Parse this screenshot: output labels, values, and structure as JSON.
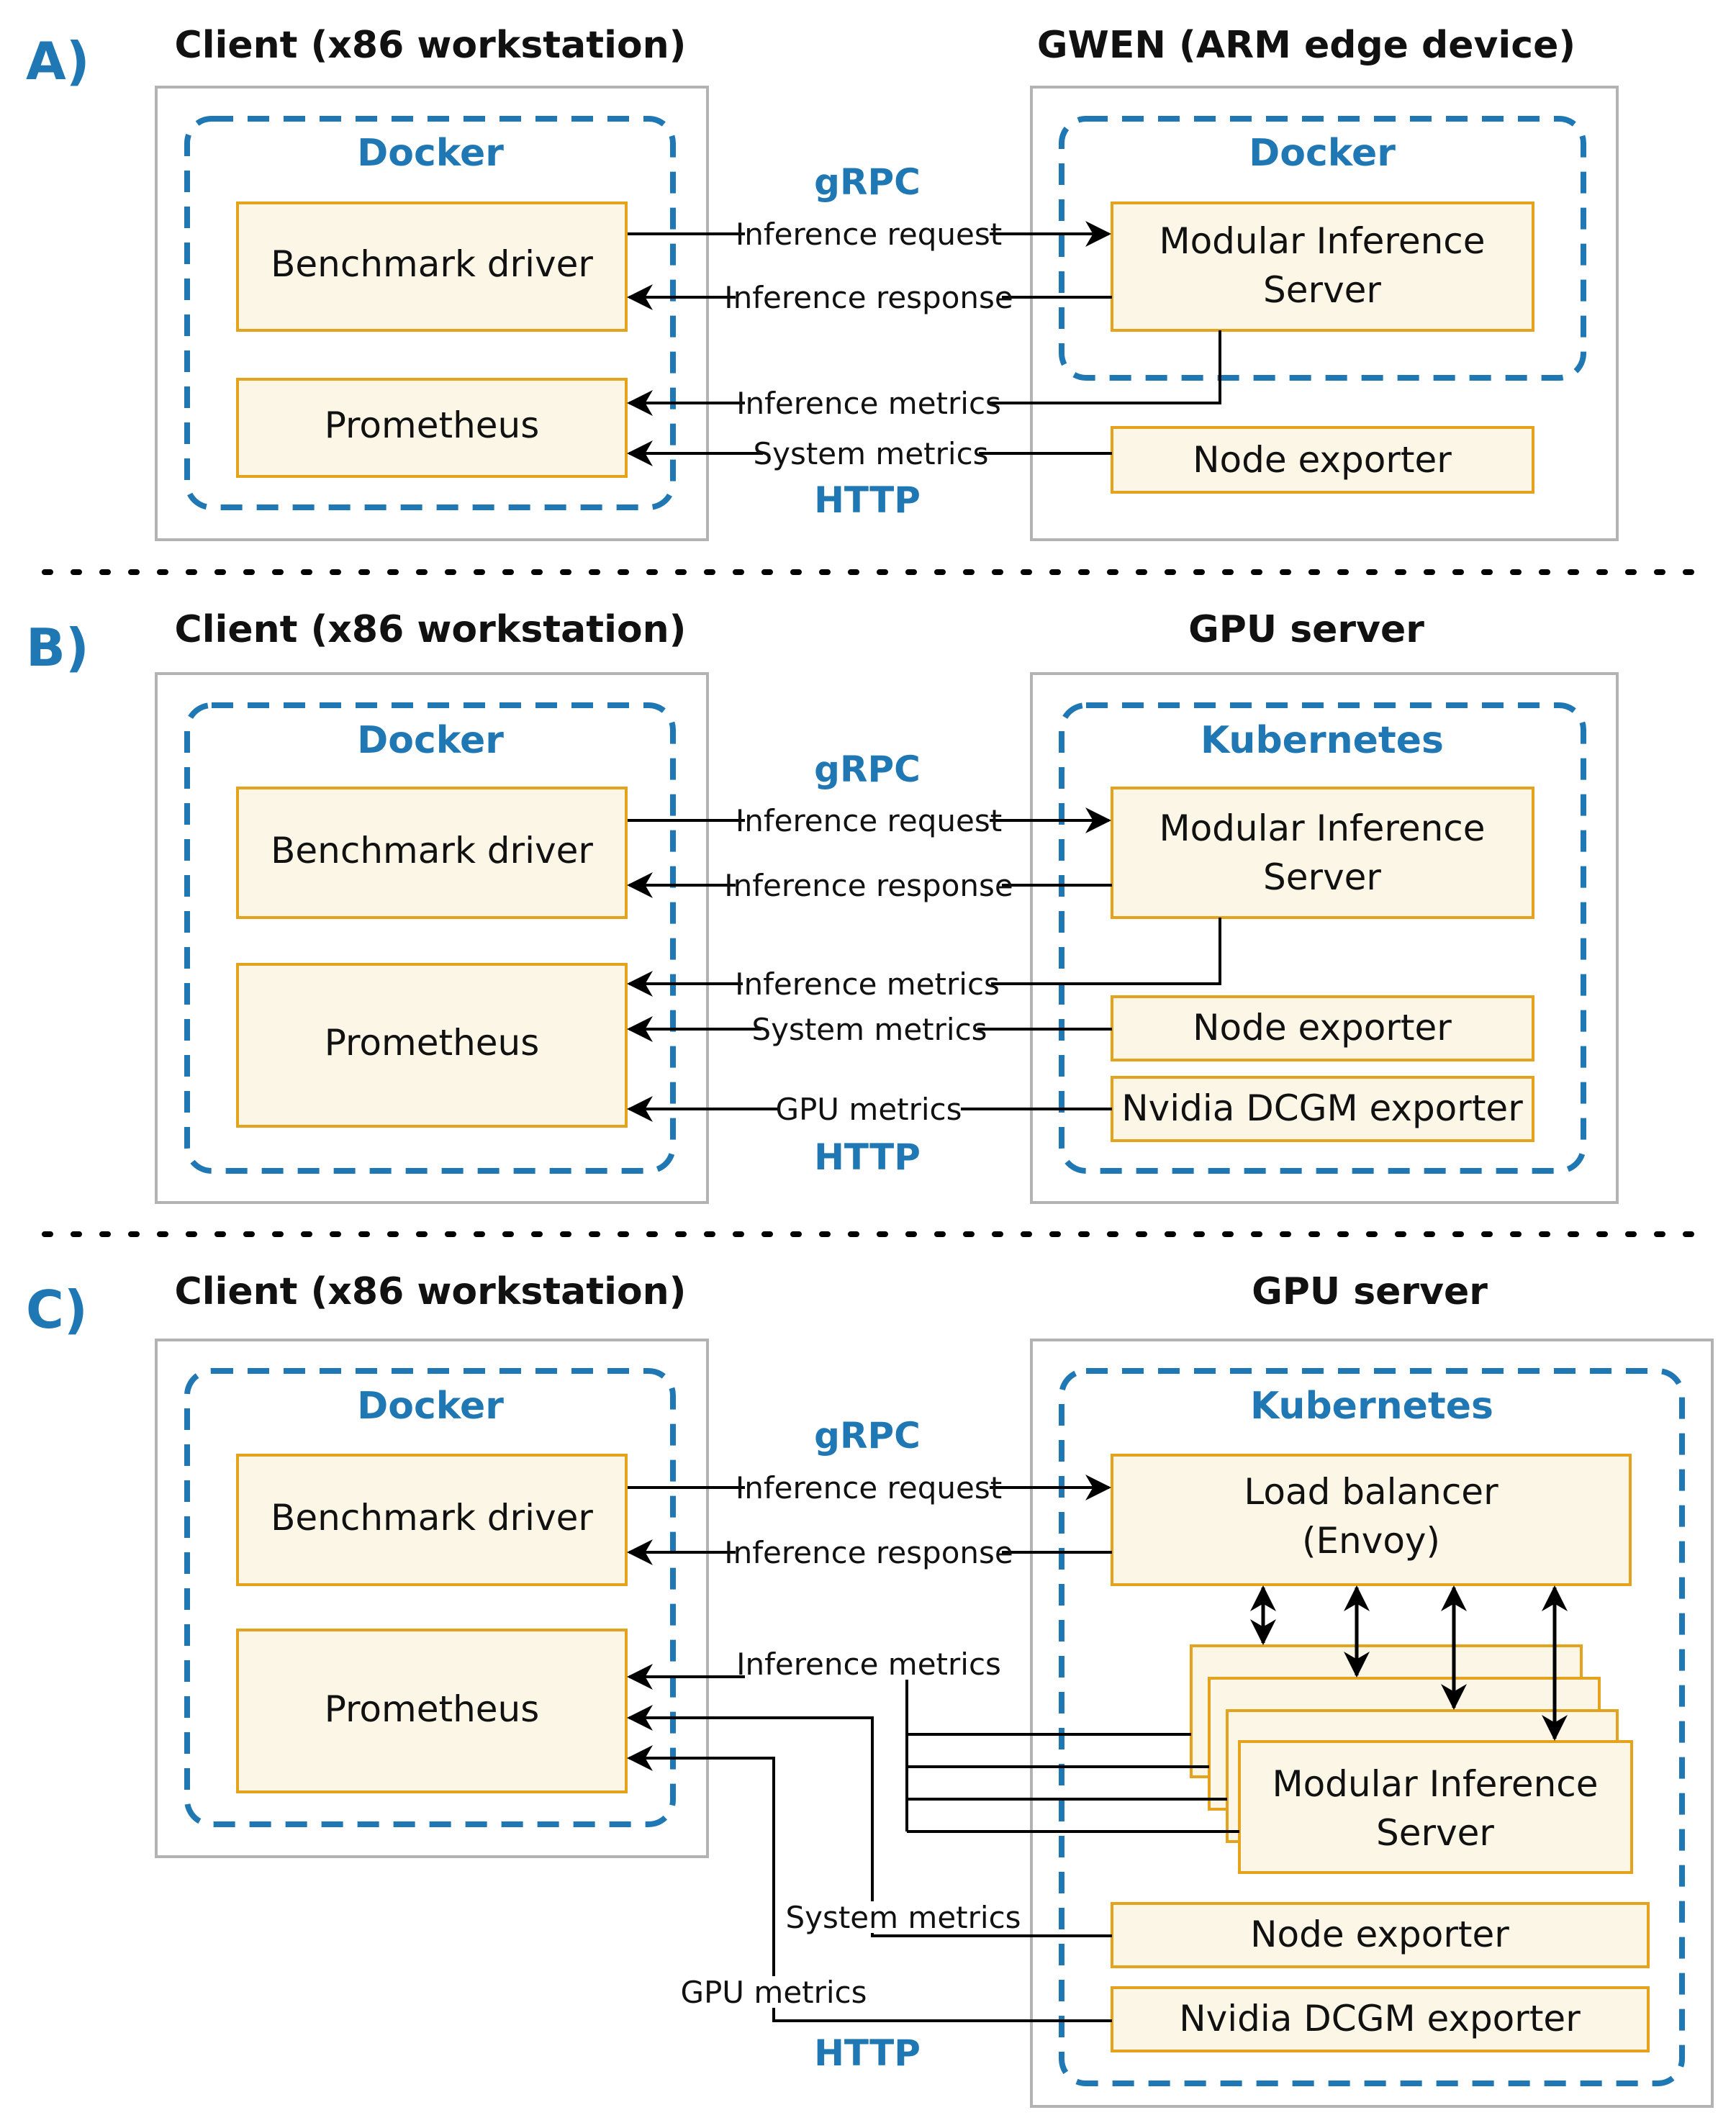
{
  "colors": {
    "accent_blue": "#1f78b4",
    "box_fill": "#fbf6e6",
    "box_stroke": "#e5a21c",
    "host_stroke": "#b3b3b3",
    "line": "#000000"
  },
  "panels": {
    "a": {
      "label": "A)",
      "client_title": "Client (x86 workstation)",
      "server_title": "GWEN (ARM edge device)",
      "client_container": "Docker",
      "server_container": "Docker",
      "benchmark_driver": "Benchmark driver",
      "prometheus": "Prometheus",
      "mis_line1": "Modular Inference",
      "mis_line2": "Server",
      "node_exporter": "Node exporter",
      "grpc": "gRPC",
      "http": "HTTP",
      "edges": {
        "inference_request": "Inference request",
        "inference_response": "Inference response",
        "inference_metrics": "Inference metrics",
        "system_metrics": "System metrics"
      }
    },
    "b": {
      "label": "B)",
      "client_title": "Client (x86 workstation)",
      "server_title": "GPU server",
      "client_container": "Docker",
      "server_container": "Kubernetes",
      "benchmark_driver": "Benchmark driver",
      "prometheus": "Prometheus",
      "mis_line1": "Modular Inference",
      "mis_line2": "Server",
      "node_exporter": "Node exporter",
      "dcgm_exporter": "Nvidia DCGM exporter",
      "grpc": "gRPC",
      "http": "HTTP",
      "edges": {
        "inference_request": "Inference request",
        "inference_response": "Inference response",
        "inference_metrics": "Inference metrics",
        "system_metrics": "System metrics",
        "gpu_metrics": "GPU metrics"
      }
    },
    "c": {
      "label": "C)",
      "client_title": "Client (x86 workstation)",
      "server_title": "GPU server",
      "client_container": "Docker",
      "server_container": "Kubernetes",
      "benchmark_driver": "Benchmark driver",
      "prometheus": "Prometheus",
      "lb_line1": "Load balancer",
      "lb_line2": "(Envoy)",
      "mis_line1": "Modular Inference",
      "mis_line2": "Server",
      "node_exporter": "Node exporter",
      "dcgm_exporter": "Nvidia DCGM exporter",
      "grpc": "gRPC",
      "http": "HTTP",
      "edges": {
        "inference_request": "Inference request",
        "inference_response": "Inference response",
        "inference_metrics": "Inference metrics",
        "system_metrics": "System metrics",
        "gpu_metrics": "GPU metrics"
      }
    }
  }
}
